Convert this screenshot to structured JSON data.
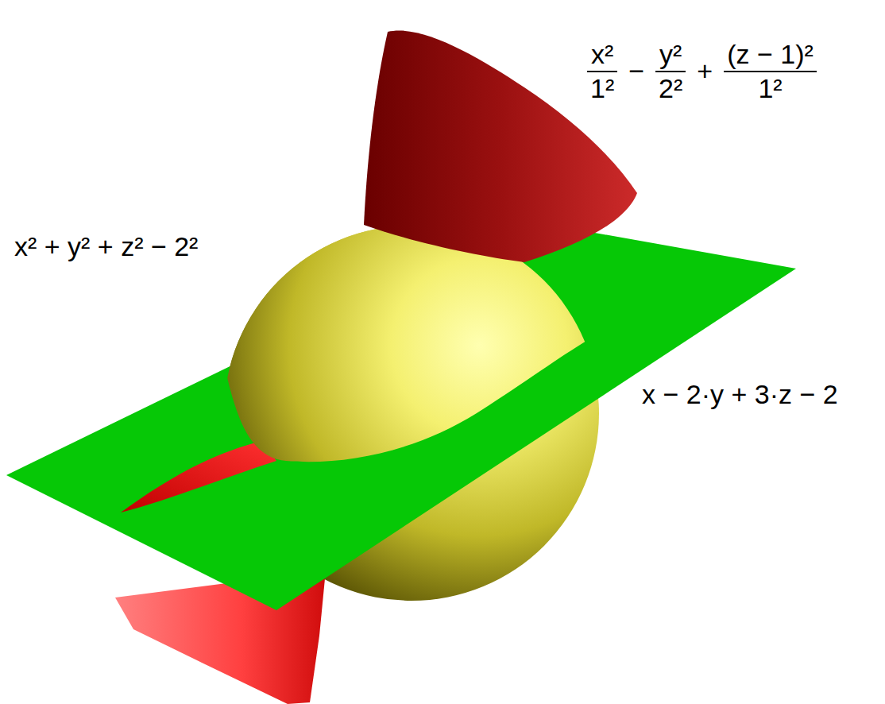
{
  "diagram": {
    "labels": [
      "x²",
      "1²",
      "−",
      "y²",
      "2²",
      "+",
      "(z − 1)²",
      "1²",
      "x² + y² + z² − 2²",
      "x − 2·y + 3·z − 2"
    ]
  }
}
